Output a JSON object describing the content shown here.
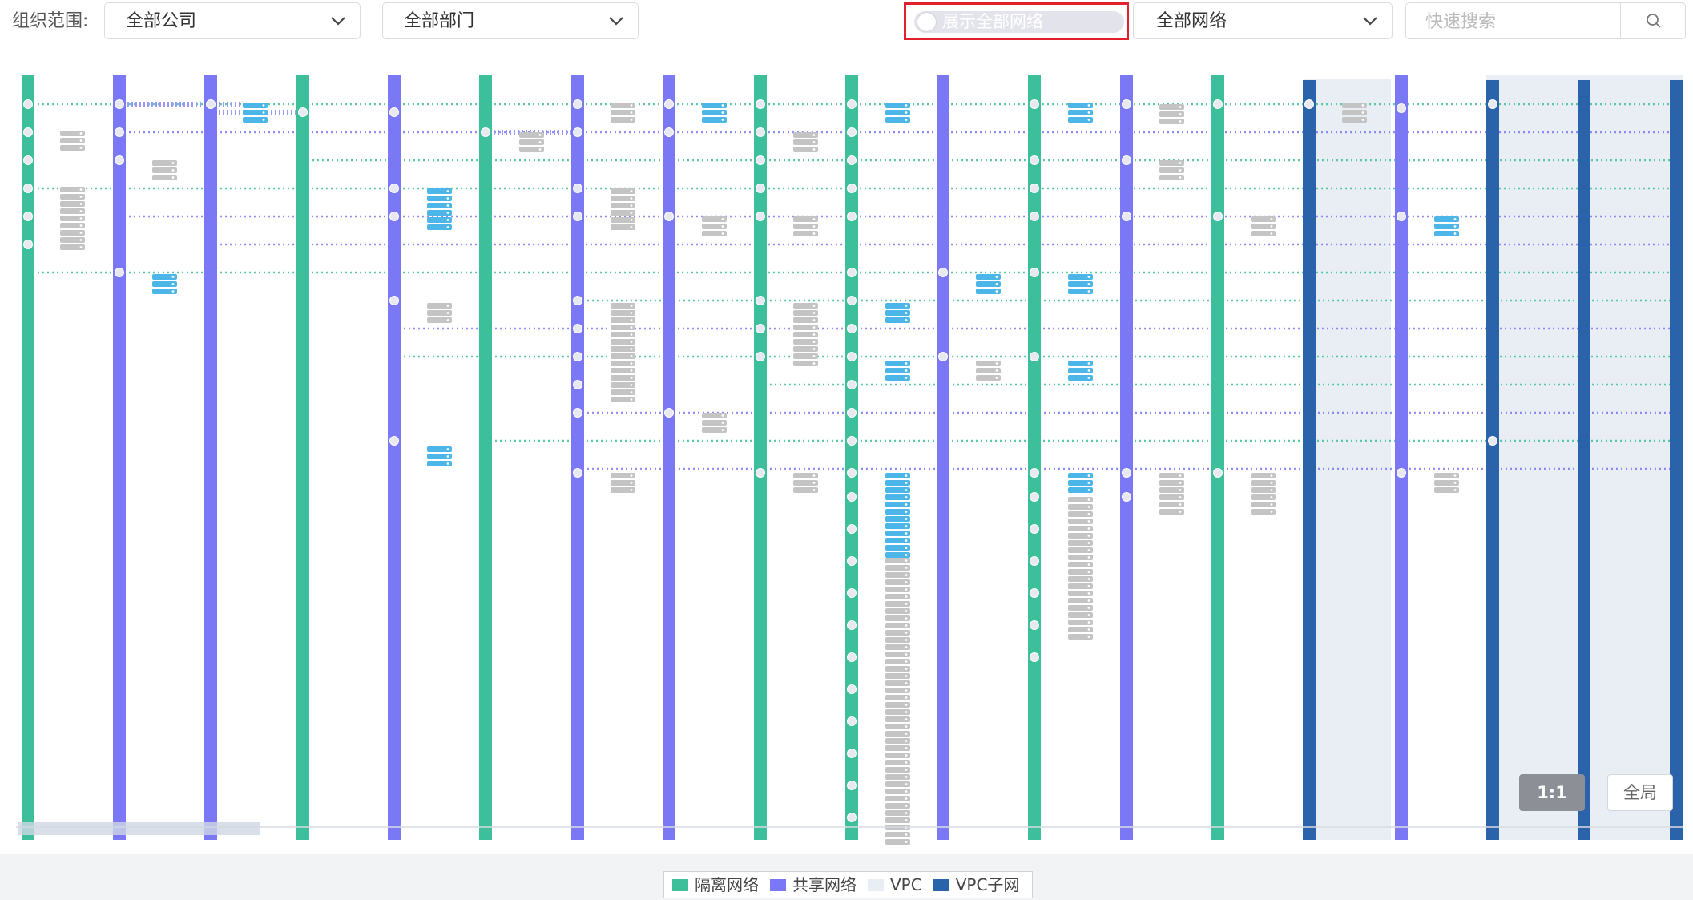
{
  "toolbar": {
    "org_label": "组织范围:",
    "company_select": {
      "value": "全部公司"
    },
    "department_select": {
      "value": "全部部门"
    },
    "show_all_toggle": {
      "label": "展示全部网络",
      "checked": false
    },
    "network_select": {
      "value": "全部网络"
    },
    "search": {
      "placeholder": "快速搜索",
      "value": ""
    }
  },
  "colors": {
    "isolated": "#3ebf9b",
    "shared": "#7b78f5",
    "vpc": "#e9eef5",
    "vpc_subnet": "#2b63aa",
    "server_active": "#4db6e8",
    "server_inactive": "#c4c4c4",
    "highlight": "#e0202c"
  },
  "topology": {
    "columns": [
      {
        "type": "isolated"
      },
      {
        "type": "shared"
      },
      {
        "type": "shared"
      },
      {
        "type": "isolated"
      },
      {
        "type": "shared"
      },
      {
        "type": "isolated"
      },
      {
        "type": "shared"
      },
      {
        "type": "shared"
      },
      {
        "type": "isolated"
      },
      {
        "type": "isolated"
      },
      {
        "type": "shared"
      },
      {
        "type": "isolated"
      },
      {
        "type": "shared"
      },
      {
        "type": "isolated"
      },
      {
        "type": "vpc_subnet"
      },
      {
        "type": "shared"
      },
      {
        "type": "vpc_subnet"
      },
      {
        "type": "vpc_subnet"
      },
      {
        "type": "vpc_subnet"
      }
    ]
  },
  "zoom": {
    "actual_size_label": "1:1",
    "fit_label": "全局"
  },
  "legend": [
    {
      "key": "isolated",
      "label": "隔离网络"
    },
    {
      "key": "shared",
      "label": "共享网络"
    },
    {
      "key": "vpc",
      "label": "VPC"
    },
    {
      "key": "vpc_subnet",
      "label": "VPC子网"
    }
  ]
}
